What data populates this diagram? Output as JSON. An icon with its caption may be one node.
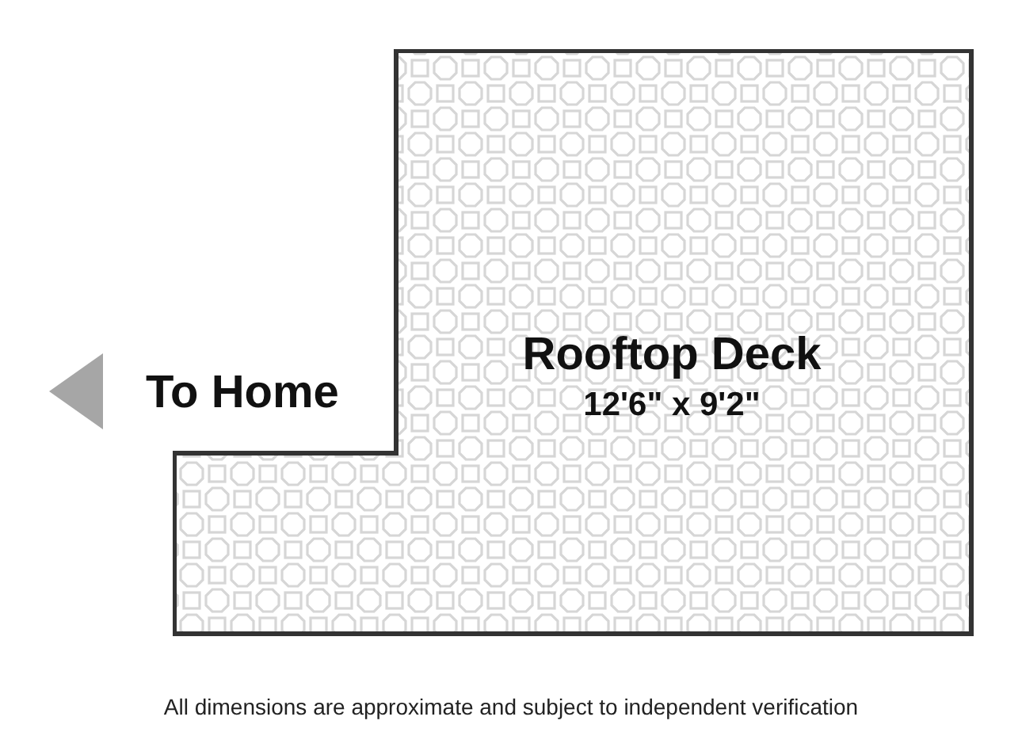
{
  "diagram": {
    "caption": "All dimensions are approximate and subject to independent verification",
    "nodes": [
      {
        "text": [
          "Rooftop Deck",
          "12'6\" x 9'2\""
        ]
      }
    ],
    "labels": [
      "To Home"
    ]
  }
}
